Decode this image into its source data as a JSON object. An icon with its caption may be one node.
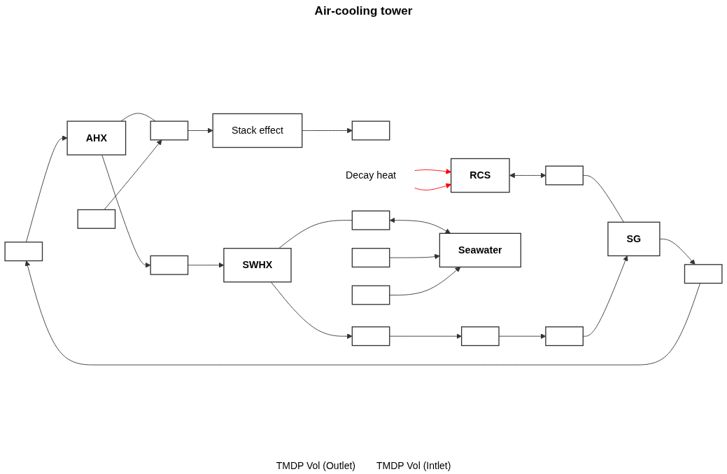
{
  "diagram": {
    "title": "Air-cooling tower",
    "nodes": [
      {
        "text": [],
        "shape": "box"
      },
      {
        "text": [
          "Stack effect"
        ]
      },
      {
        "text": [],
        "shape": "box"
      },
      {
        "text": [],
        "shape": "box"
      },
      {
        "text": [
          "AHX"
        ]
      },
      {
        "text": [],
        "shape": "box"
      },
      {
        "text": [],
        "shape": "box"
      },
      {
        "text": [],
        "shape": "box"
      },
      {
        "text": [],
        "shape": "box"
      },
      {
        "text": [
          "RCS"
        ]
      },
      {
        "text": [],
        "shape": "box"
      },
      {
        "text": [
          "SG"
        ]
      },
      {
        "text": [
          "SWHX"
        ]
      },
      {
        "text": [],
        "shape": "box"
      },
      {
        "text": [
          "Seawater"
        ]
      },
      {
        "text": [],
        "shape": "box"
      },
      {
        "text": [],
        "shape": "box"
      },
      {
        "text": [],
        "shape": "box"
      },
      {
        "text": [],
        "shape": "box"
      },
      {
        "text": [
          "Decay heat"
        ]
      }
    ],
    "edges": [
      {
        "from": 19,
        "to": 9,
        "arrow": "to",
        "color": "#ff0000"
      },
      {
        "from": 19,
        "to": 9,
        "arrow": "to",
        "color": "#ff0000"
      },
      {
        "from": 9,
        "to": 10,
        "arrow": "both"
      },
      {
        "from": 10,
        "to": 11,
        "arrow": "none"
      },
      {
        "from": 11,
        "to": 3,
        "arrow": "to"
      },
      {
        "from": 3,
        "to": 2,
        "arrow": "to"
      },
      {
        "from": 2,
        "to": 4,
        "arrow": "to"
      },
      {
        "from": 4,
        "to": 5,
        "arrow": "none"
      },
      {
        "from": 4,
        "to": 7,
        "arrow": "to"
      },
      {
        "from": 7,
        "to": 12,
        "arrow": "to"
      },
      {
        "from": 12,
        "to": 13,
        "arrow": "none"
      },
      {
        "from": 13,
        "to": 14,
        "arrow": "both"
      },
      {
        "from": 12,
        "to": 15,
        "arrow": "to"
      },
      {
        "from": 15,
        "to": 18,
        "arrow": "to"
      },
      {
        "from": 18,
        "to": 16,
        "arrow": "to"
      },
      {
        "from": 16,
        "to": 11,
        "arrow": "to"
      },
      {
        "from": 6,
        "to": 5,
        "arrow": "to"
      },
      {
        "from": 5,
        "to": 1,
        "arrow": "to"
      },
      {
        "from": 1,
        "to": 0,
        "arrow": "to"
      },
      {
        "from": 8,
        "to": 14,
        "arrow": "to"
      },
      {
        "from": 17,
        "to": 14,
        "arrow": "to"
      }
    ],
    "labels": [
      "TMDP Vol (Outlet)",
      "TMDP Vol (Intlet)"
    ]
  }
}
